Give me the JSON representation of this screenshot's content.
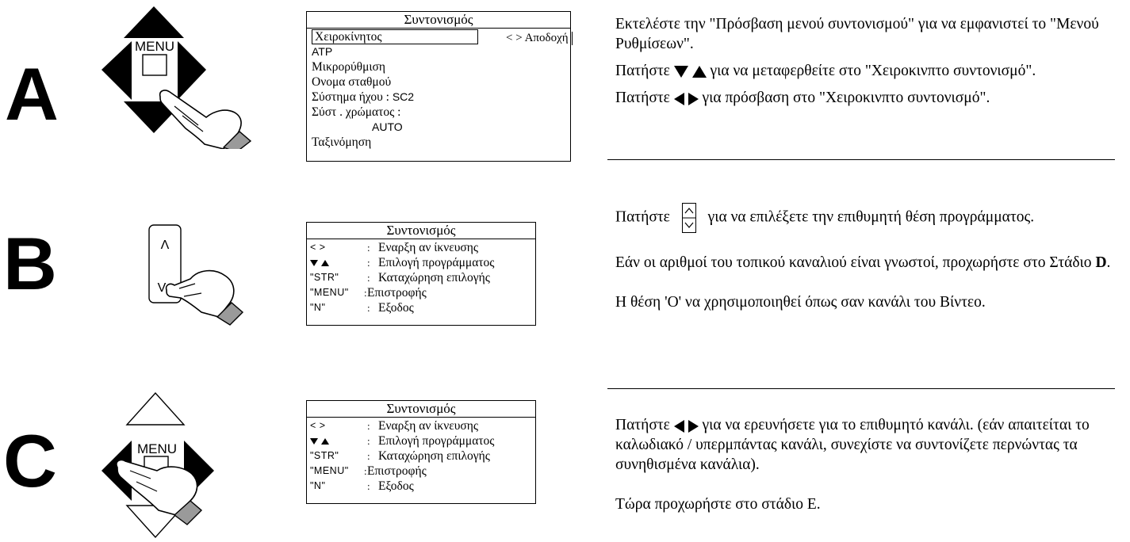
{
  "stepA": {
    "letter": "A",
    "menu_label": "MENU",
    "screen": {
      "title": "Συντονισμός",
      "items": [
        "Χειροκίνητος",
        "ATP",
        "Μικρορύθμιση",
        "Ονομα σταθμού"
      ],
      "sound_label": "Σύστημα ήχου : ",
      "sound_value": "SC2",
      "color_label": "Σύστ . χρώματος :",
      "color_value": "AUTO",
      "last_item": "Ταξινόμηση",
      "accept_hint": "< > Αποδοχή"
    },
    "text": {
      "p1": "Εκτελέστε την \"Πρόσβαση μενού συντονισμού\" για να εμφανιστεί το \"Μενού Ρυθμίσεων\".",
      "p2_pre": "Πατήστε",
      "p2_post": "για να μεταφερθείτε στο \"Χειροκινπτο συντονισμό\".",
      "p3_pre": "Πατήστε",
      "p3_post": "για πρόσβαση στο \"Χειροκινπτο συντονισμό\"."
    }
  },
  "stepB": {
    "letter": "B",
    "button_up": "Λ",
    "button_down": "V",
    "screen": {
      "title": "Συντονισμός",
      "rows": [
        {
          "key": "< >",
          "label": "Εναρξη αν ίκνευσης"
        },
        {
          "key": "",
          "label": "Επιλογή προγράμματος"
        },
        {
          "key": "\"STR\"",
          "label": "Καταχώρηση επιλογής"
        },
        {
          "key": "\"MENU\"",
          "label": "Επιστροφής"
        },
        {
          "key": "\"N\"",
          "label": "Εξοδος"
        }
      ]
    },
    "text": {
      "p1_pre": "Πατήστε",
      "p1_post": "για να επιλέξετε την επιθυμητή θέση προγράμματος.",
      "p2_pre": "Εάν οι αριθμοί του τοπικού καναλιού είναι γνωστοί, προχωρήστε στο Στάδιο ",
      "p2_bold": "D",
      "p2_post": ".",
      "p3": "Η θέση 'Ο' να χρησιμοποιηθεί όπως σαν  κανάλι του Βίντεο."
    }
  },
  "stepC": {
    "letter": "C",
    "menu_label": "MENU",
    "screen": {
      "title": "Συντονισμός",
      "rows": [
        {
          "key": "< >",
          "label": "Εναρξη αν ίκνευσης"
        },
        {
          "key": "",
          "label": "Επιλογή προγράμματος"
        },
        {
          "key": "\"STR\"",
          "label": "Καταχώρηση επιλογής"
        },
        {
          "key": "\"MENU\"",
          "label": "Επιστροφής"
        },
        {
          "key": "\"N\"",
          "label": "Εξοδος"
        }
      ]
    },
    "text": {
      "p1_pre": "Πατήστε",
      "p1_post": "για να ερευνήσετε για το επιθυμητό κανάλι. (εάν απαιτείται το καλωδιακό / υπερμπάντας κανάλι, συνεχίστε να συντονίζετε περνώντας τα συνηθισμένα κανάλια).",
      "p2": "Τώρα προχωρήστε στο στάδιο Ε."
    }
  }
}
